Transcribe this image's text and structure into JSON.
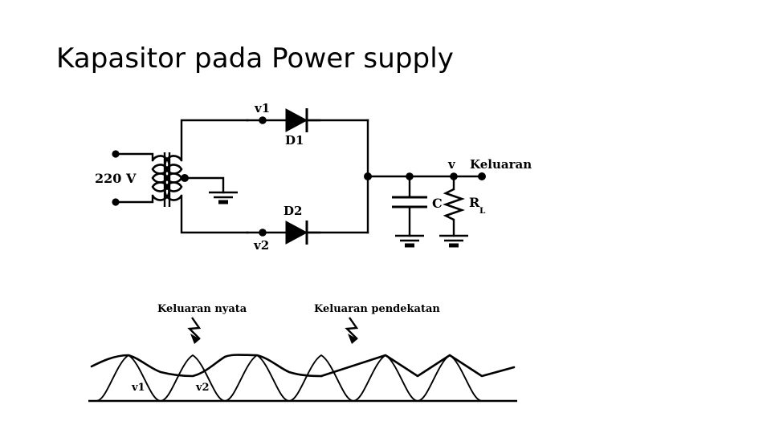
{
  "slide": {
    "title": "Kapasitor pada Power supply",
    "background_color": "#ffffff",
    "ink_color": "#000000"
  },
  "circuit": {
    "name": "full-wave-center-tapped-rectifier-with-filter-capacitor",
    "labels": {
      "source": "220 V",
      "v1": "v1",
      "v2": "v2",
      "d1": "D1",
      "d2": "D2",
      "capacitor": "C",
      "load_resistor": "R",
      "load_resistor_subscript": "L",
      "output_node": "v",
      "output": "Keluaran"
    }
  },
  "waveform": {
    "name": "rectified-output-ripple",
    "labels": {
      "actual_output": "Keluaran nyata",
      "approx_output": "Keluaran pendekatan",
      "v1": "v1",
      "v2": "v2"
    }
  },
  "chart_data": {
    "type": "line",
    "title": "",
    "xlabel": "",
    "ylabel": "",
    "grid": false,
    "legend_position": "inline-annotations",
    "xlim": [
      0,
      6
    ],
    "ylim": [
      0,
      1
    ],
    "series": [
      {
        "name": "v1 / v2 rectified half-sine humps",
        "description": "Six full-wave rectified sine humps along the baseline",
        "peaks_x": [
          0.5,
          1.5,
          2.5,
          3.5,
          4.5,
          5.5
        ],
        "peak_value": 1.0,
        "trough_value": 0.0
      },
      {
        "name": "Keluaran nyata",
        "description": "Actual capacitor-filtered output: smooth exponential decay between peaks (left half)",
        "values": [
          0.82,
          1.0,
          0.72,
          0.68,
          1.0,
          0.72,
          0.66
        ]
      },
      {
        "name": "Keluaran pendekatan",
        "description": "Approximated output: straight-line sawtooth decay between peaks (right half)",
        "values": [
          0.66,
          1.0,
          0.7,
          1.0,
          0.7,
          1.0,
          0.62
        ]
      }
    ],
    "annotations": [
      {
        "text": "Keluaran nyata",
        "points_to_x": 1.05
      },
      {
        "text": "Keluaran pendekatan",
        "points_to_x": 3.55
      }
    ]
  }
}
